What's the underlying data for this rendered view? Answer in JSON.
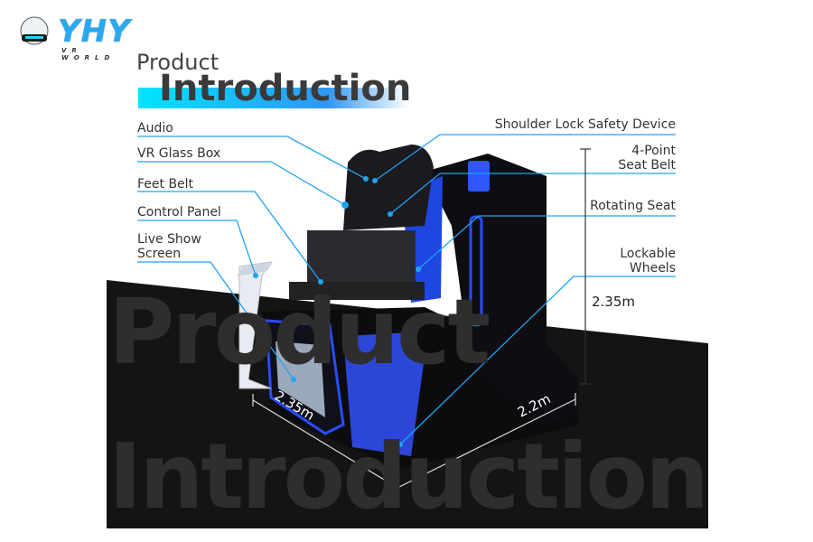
{
  "logo": {
    "brand": "YHY",
    "tagline": "VR WORLD"
  },
  "heading": {
    "line1": "Product",
    "line2": "Introduction"
  },
  "watermark": {
    "line1": "Product",
    "line2": "Introduction"
  },
  "labels_left": [
    {
      "text": "Audio"
    },
    {
      "text": "VR Glass Box"
    },
    {
      "text": "Feet Belt"
    },
    {
      "text": "Control Panel"
    },
    {
      "line1": "Live Show",
      "line2": "Screen"
    }
  ],
  "labels_right": [
    {
      "text": "Shoulder Lock Safety Device"
    },
    {
      "line1": "4-Point",
      "line2": "Seat Belt"
    },
    {
      "text": "Rotating Seat"
    },
    {
      "line1": "Lockable",
      "line2": "Wheels"
    }
  ],
  "dimensions": {
    "height": "2.35m",
    "length": "2.35m",
    "width": "2.2m"
  },
  "colors": {
    "accent": "#1fa3f0",
    "floor": "#111111",
    "glow": "#2a4cff"
  }
}
